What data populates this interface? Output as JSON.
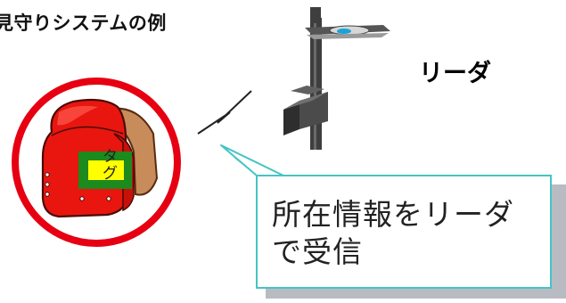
{
  "title": "見守りシステムの例",
  "reader": {
    "label": "リーダ"
  },
  "tag": {
    "chars": [
      "タ",
      "グ"
    ]
  },
  "callout": {
    "text": "所在情報をリーダ\nで受信"
  },
  "colors": {
    "ring": "#e60012",
    "bag": "#e8160f",
    "tag_outer": "#1c8a1c",
    "tag_inner": "#ffff00",
    "callout_border": "#45c4c4",
    "pole": "#3e3e3e"
  }
}
